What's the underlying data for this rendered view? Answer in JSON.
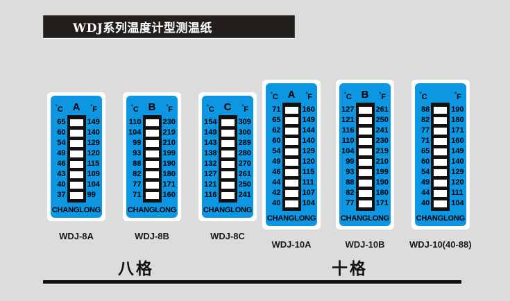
{
  "header": {
    "title": "WDJ系列温度计型测温纸"
  },
  "units": {
    "celsius": "C",
    "fahrenheit": "F",
    "degree_symbol": "°"
  },
  "brand": "CHANGLONG",
  "groups": [
    {
      "id": "eight",
      "caption": "八格",
      "strips": [
        {
          "label": "WDJ-8A",
          "letter": "A",
          "celsius": [
            65,
            60,
            54,
            49,
            46,
            43,
            40,
            37
          ],
          "fahrenheit": [
            149,
            140,
            129,
            120,
            115,
            109,
            104,
            99
          ]
        },
        {
          "label": "WDJ-8B",
          "letter": "B",
          "celsius": [
            110,
            104,
            99,
            93,
            88,
            82,
            77,
            71
          ],
          "fahrenheit": [
            230,
            219,
            210,
            199,
            190,
            180,
            171,
            160
          ]
        },
        {
          "label": "WDJ-8C",
          "letter": "C",
          "celsius": [
            154,
            149,
            143,
            138,
            132,
            127,
            121,
            116
          ],
          "fahrenheit": [
            309,
            300,
            289,
            280,
            270,
            261,
            250,
            241
          ]
        }
      ]
    },
    {
      "id": "ten",
      "caption": "十格",
      "strips": [
        {
          "label": "WDJ-10A",
          "letter": "A",
          "celsius": [
            71,
            65,
            62,
            60,
            54,
            49,
            46,
            44,
            42,
            40
          ],
          "fahrenheit": [
            160,
            149,
            144,
            140,
            129,
            120,
            115,
            111,
            107,
            104
          ]
        },
        {
          "label": "WDJ-10B",
          "letter": "B",
          "celsius": [
            127,
            121,
            116,
            110,
            104,
            99,
            93,
            88,
            82,
            77
          ],
          "fahrenheit": [
            261,
            250,
            241,
            230,
            219,
            210,
            199,
            190,
            180,
            171
          ]
        },
        {
          "label": "WDJ-10(40-88)",
          "letter": "",
          "celsius": [
            88,
            82,
            77,
            71,
            65,
            60,
            54,
            49,
            44,
            40
          ],
          "fahrenheit": [
            190,
            180,
            171,
            160,
            149,
            140,
            129,
            120,
            111,
            104
          ]
        }
      ]
    }
  ],
  "colors": {
    "strip_blue": "#0d96e2",
    "background": "#dcdcdc",
    "banner": "#231f1c",
    "ink": "#111111"
  }
}
